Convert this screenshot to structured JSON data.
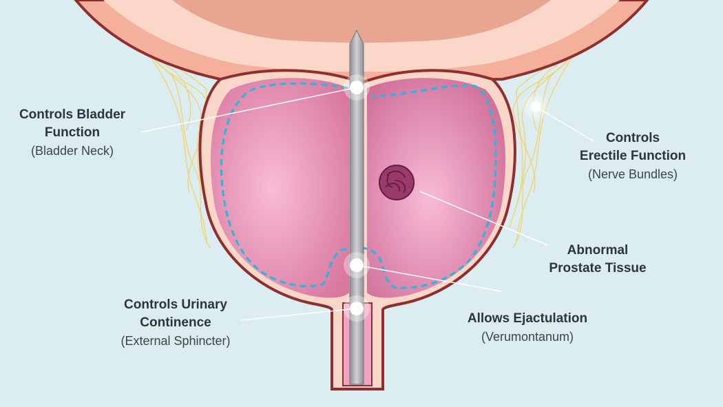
{
  "labels": {
    "bladder_neck": {
      "title_1": "Controls Bladder",
      "title_2": "Function",
      "sub": "(Bladder Neck)"
    },
    "nerve_bundles": {
      "title_1": "Controls",
      "title_2": "Erectile Function",
      "sub": "(Nerve Bundles)"
    },
    "abnormal": {
      "title_1": "Abnormal",
      "title_2": "Prostate Tissue"
    },
    "sphincter": {
      "title_1": "Controls Urinary",
      "title_2": "Continence",
      "sub": "(External Sphincter)"
    },
    "verumontanum": {
      "title_1": "Allows Ejactulation",
      "sub": "(Verumontanum)"
    }
  },
  "colors": {
    "background": "#dcedf2",
    "bladder": "#f4b09a",
    "bladder_inner": "#e8a58f",
    "outline": "#8f2e2e",
    "capsule": "#fbd7c9",
    "prostate": "#e995b9",
    "prostate_center": "#f8bcd6",
    "boundary": "#29b7dd",
    "nerves": "#f2d36a",
    "tumor": "#9a3a6b",
    "urethra": "#b9b9bd"
  }
}
